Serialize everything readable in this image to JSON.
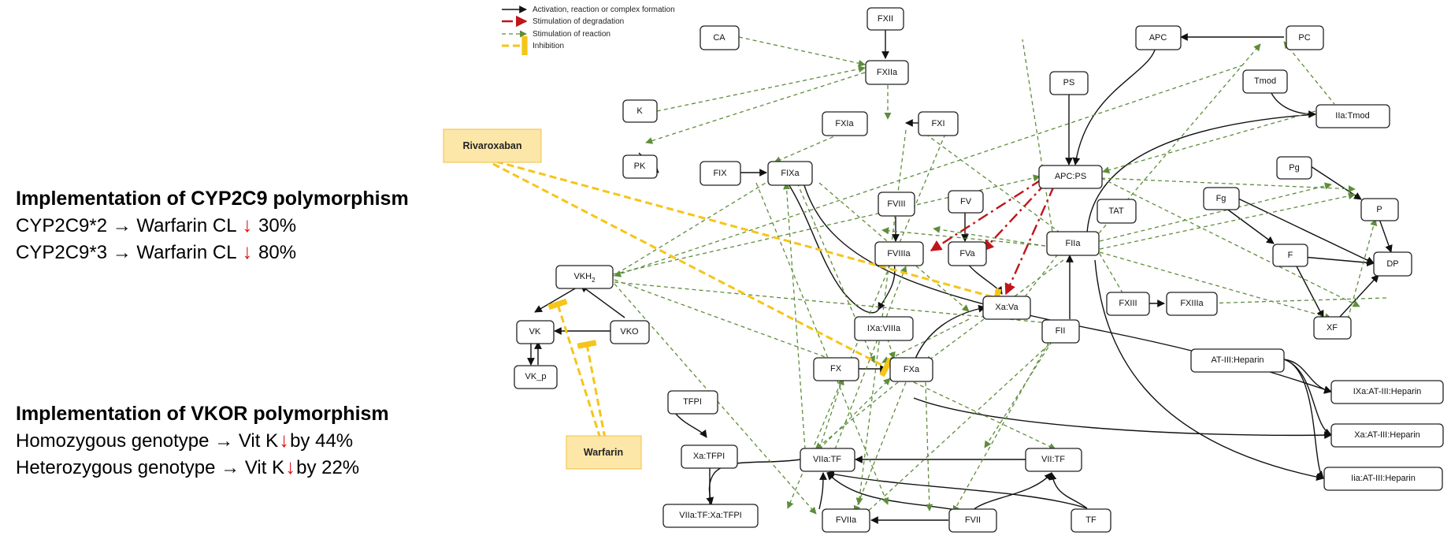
{
  "legend": [
    {
      "label": "Activation, reaction or complex formation",
      "style": "activation",
      "color": "#111111"
    },
    {
      "label": "Stimulation of degradation",
      "style": "degradation",
      "color": "#c0151b"
    },
    {
      "label": "Stimulation of reaction",
      "style": "stimulation",
      "color": "#5e8d3b"
    },
    {
      "label": "Inhibition",
      "style": "inhibition",
      "color": "#f5c518"
    }
  ],
  "nodes": {
    "fxii": "FXII",
    "fxiia": "FXIIa",
    "ca": "CA",
    "k": "K",
    "pk": "PK",
    "fxia": "FXIa",
    "fxi": "FXI",
    "fix": "FIX",
    "fixa": "FIXa",
    "fviii": "FVIII",
    "fviiia": "FVIIIa",
    "fv": "FV",
    "fva": "FVa",
    "ixa_viiia": "IXa:VIIIa",
    "xa_va": "Xa:Va",
    "fx": "FX",
    "fxa": "FXa",
    "ps": "PS",
    "apc_ps": "APC:PS",
    "apc": "APC",
    "pc": "PC",
    "tmod": "Tmod",
    "iia_tmod": "IIa:Tmod",
    "tat": "TAT",
    "fiia": "FIIa",
    "fii": "FII",
    "pg": "Pg",
    "fg": "Fg",
    "p": "P",
    "f": "F",
    "dp": "DP",
    "xf": "XF",
    "fxiii": "FXIII",
    "fxiiia": "FXIIIa",
    "at_heparin": "AT-III:Heparin",
    "ixa_at": "IXa:AT-III:Heparin",
    "xa_at": "Xa:AT-III:Heparin",
    "iia_at": "Iia:AT-III:Heparin",
    "vkh2_base": "VKH",
    "vkh2_sub": "2",
    "vk": "VK",
    "vko": "VKO",
    "vk_p": "VK_p",
    "tfpi": "TFPI",
    "xa_tfpi": "Xa:TFPI",
    "viia_tf": "VIIa:TF",
    "vii_tf": "VII:TF",
    "viia_tf_xa_tfpi": "VIIa:TF:Xa:TFPI",
    "fviia": "FVIIa",
    "fvii": "FVII",
    "tf": "TF"
  },
  "drugs": {
    "rivaroxaban": "Rivaroxaban",
    "warfarin": "Warfarin"
  },
  "cyp2c9": {
    "heading_prefix": "Implementation of ",
    "heading_bold": "CYP2C9",
    "heading_suffix": " polymorphism",
    "line1_left": "CYP2C9*2 → Warfarin CL",
    "line1_right": "30%",
    "line2_left": "CYP2C9*3 → Warfarin CL",
    "line2_right": "80%"
  },
  "vkor": {
    "heading_prefix": "Implementation of ",
    "heading_bold": "VKOR",
    "heading_suffix": " polymorphism",
    "line1_left": "Homozygous genotype → Vit K",
    "line1_right": "by 44%",
    "line2_left": "Heterozygous genotype → Vit K",
    "line2_right": "by 22%"
  },
  "down_arrow_glyph": "↓"
}
